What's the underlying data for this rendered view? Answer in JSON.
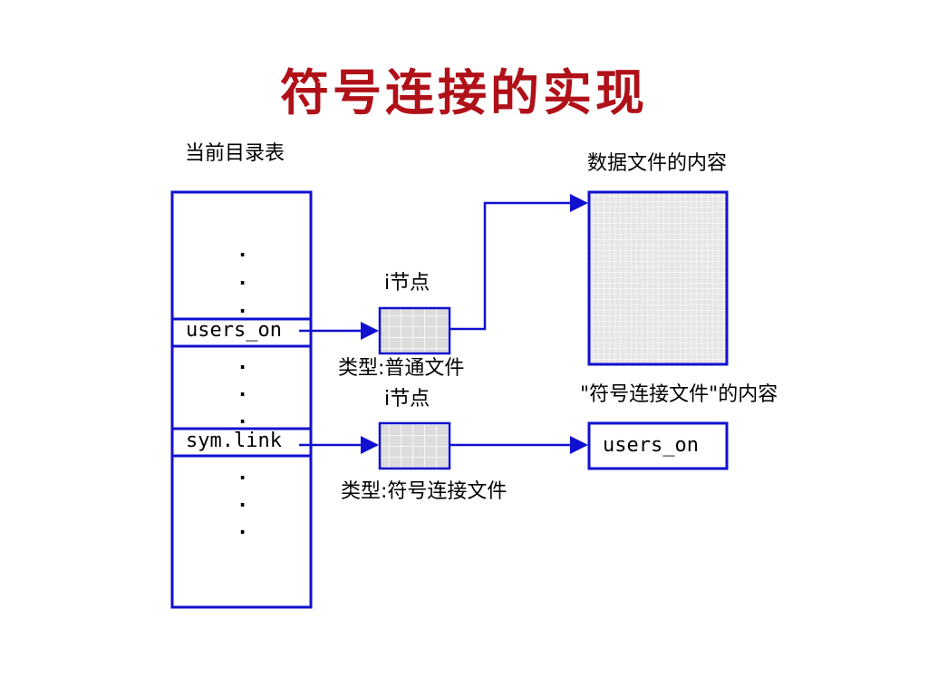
{
  "title": "符号连接的实现",
  "directory": {
    "label": "当前目录表",
    "entry1": "users_on",
    "entry2": "sym.link",
    "dot": "."
  },
  "inode1": {
    "label": "i节点",
    "type_label": "类型:普通文件"
  },
  "inode2": {
    "label": "i节点",
    "type_label": "类型:符号连接文件"
  },
  "data_file": {
    "label": "数据文件的内容"
  },
  "symlink_file": {
    "label": "\"符号连接文件\"的内容",
    "content": "users_on"
  },
  "colors": {
    "title": "#b01018",
    "line": "#1010d0",
    "grid_fill": "#e6e6e6"
  }
}
